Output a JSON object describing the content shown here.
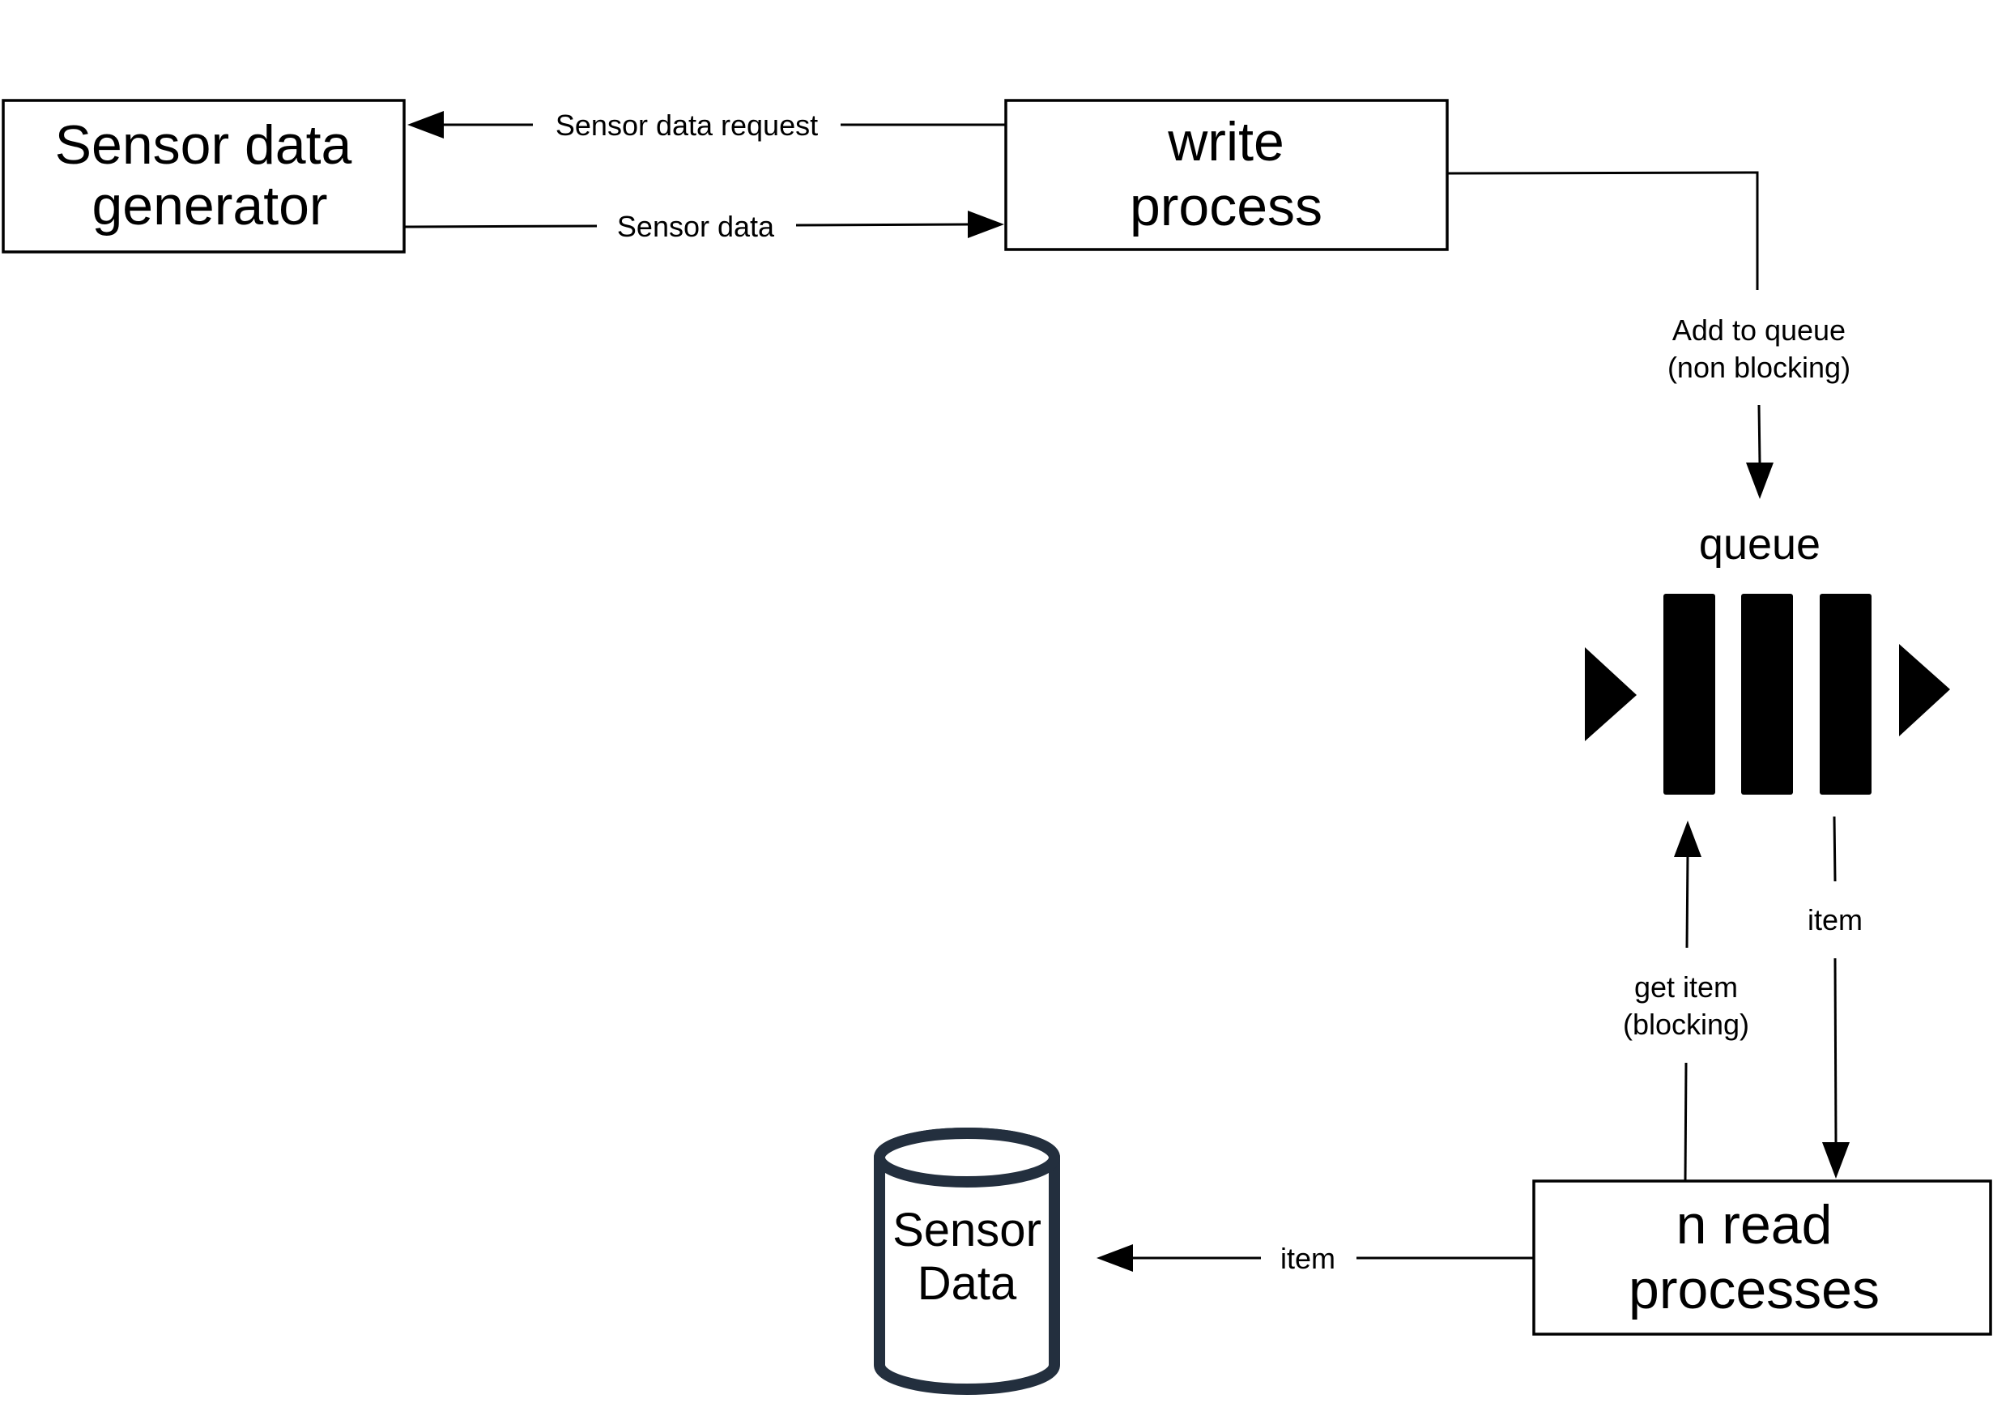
{
  "nodes": {
    "generator": {
      "lines": [
        "Sensor data",
        "generator"
      ]
    },
    "write_process": {
      "lines": [
        "write",
        "process"
      ]
    },
    "read_processes": {
      "lines": [
        "n read",
        "processes"
      ]
    },
    "queue": {
      "title": "queue",
      "slot_count": 3
    },
    "database": {
      "lines": [
        "Sensor",
        "Data"
      ],
      "outline_color": "#232f3e"
    }
  },
  "edges": {
    "request": {
      "label": "Sensor data request",
      "from": "write_process",
      "to": "generator"
    },
    "data": {
      "label": "Sensor data",
      "from": "generator",
      "to": "write_process"
    },
    "enqueue": {
      "lines": [
        "Add to queue",
        "(non blocking)"
      ],
      "from": "write_process",
      "to": "queue"
    },
    "get_item": {
      "lines": [
        "get item",
        "(blocking)"
      ],
      "from": "read_processes",
      "to": "queue"
    },
    "dequeue": {
      "label": "item",
      "from": "queue",
      "to": "read_processes"
    },
    "store": {
      "label": "item",
      "from": "read_processes",
      "to": "database"
    }
  }
}
